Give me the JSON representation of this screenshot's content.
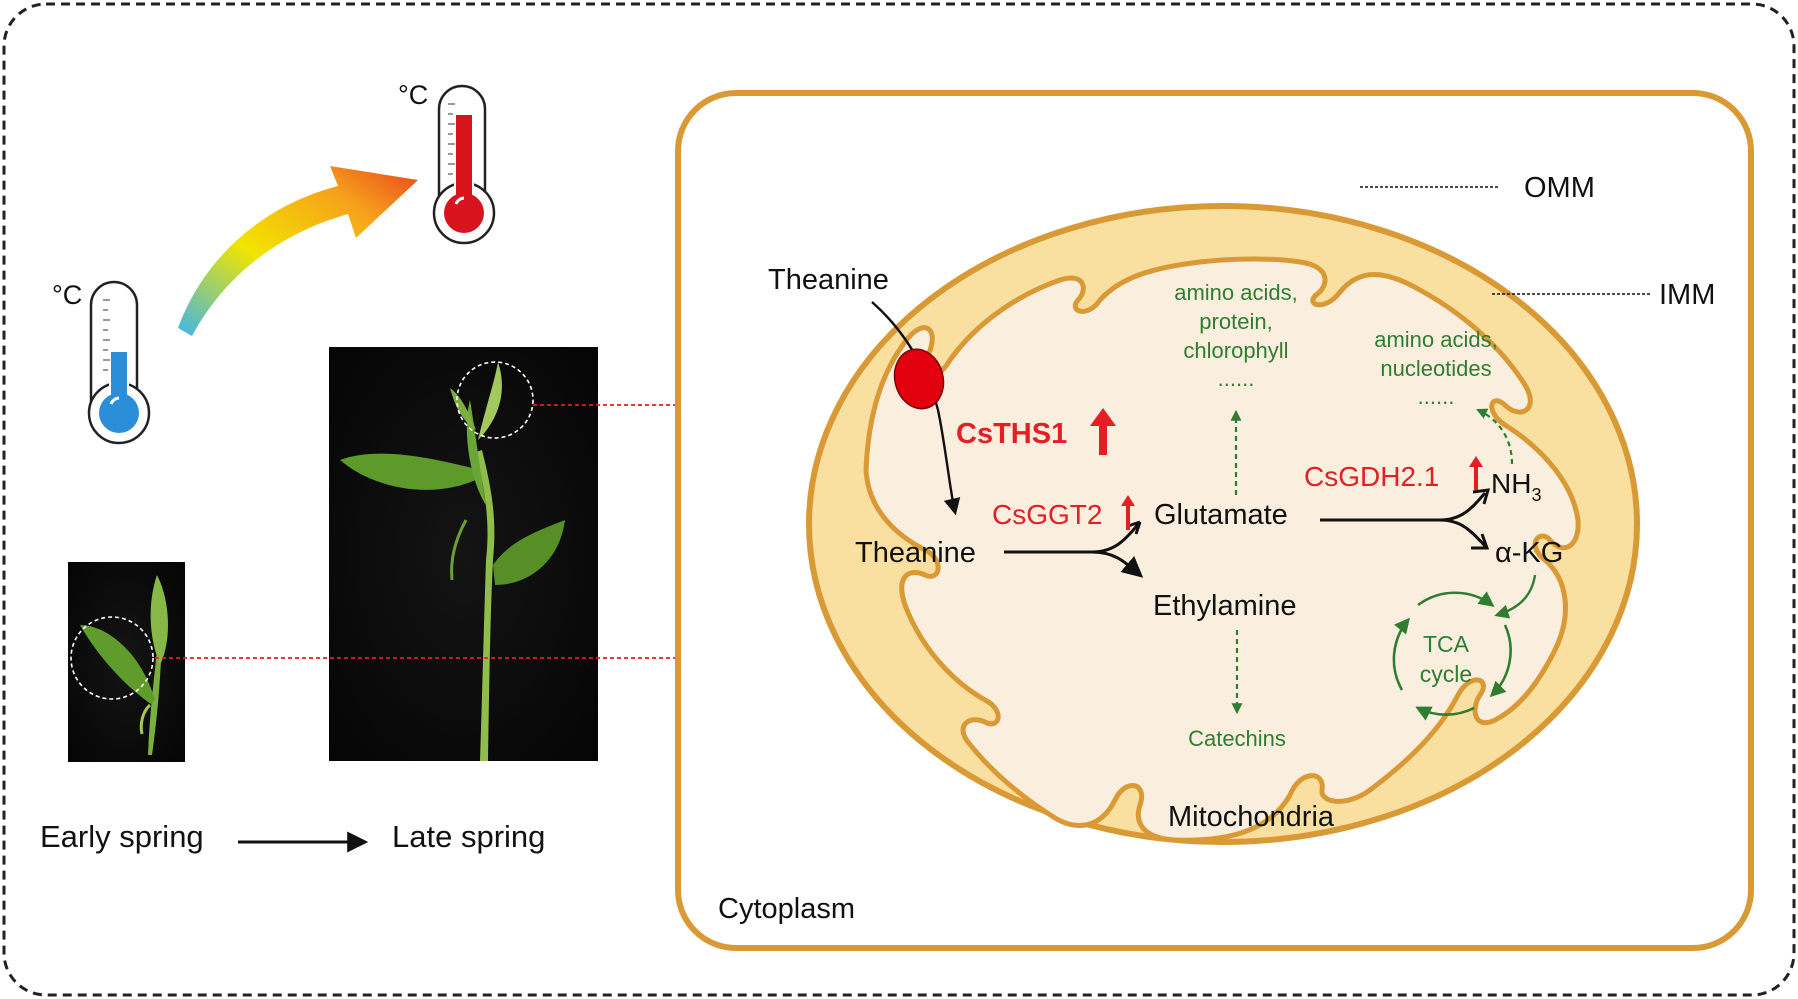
{
  "left_panel": {
    "temp_unit_low": "°C",
    "temp_unit_high": "°C",
    "season_early": "Early spring",
    "season_late": "Late spring"
  },
  "cell": {
    "cytoplasm_label": "Cytoplasm",
    "omm_label": "OMM",
    "imm_label": "IMM",
    "mito_label": "Mitochondria"
  },
  "pathway": {
    "theanine_outside": "Theanine",
    "transporter_gene": "CsTHS1",
    "theanine_inside": "Theanine",
    "enzyme_ggt": "CsGGT2",
    "glutamate": "Glutamate",
    "ethylamine": "Ethylamine",
    "enzyme_gdh": "CsGDH2.1",
    "nh3_main": "NH",
    "nh3_sub": "3",
    "akg": "α-KG",
    "tca_line1": "TCA",
    "tca_line2": "cycle",
    "glu_products": [
      "amino acids,",
      "protein,",
      "chlorophyll",
      "......"
    ],
    "nh3_products": [
      "amino acids,",
      "nucleotides",
      "......"
    ],
    "catechins": "Catechins"
  },
  "colors": {
    "red_text": "#e31e24",
    "green": "#2e7d32",
    "membrane": "#d99a35",
    "intermembrane": "#f9dfa0",
    "matrix": "#faeede",
    "transporter": "#e3000f",
    "thermo_cold": "#2a8ed8",
    "thermo_hot": "#d7141e"
  }
}
